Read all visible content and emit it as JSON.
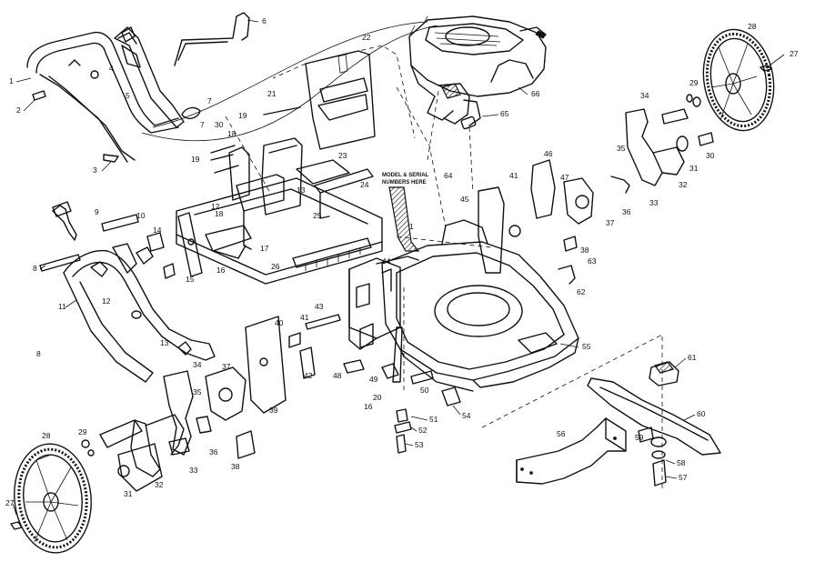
{
  "diagram": {
    "note_line1": "MODEL & SERIAL",
    "note_line2": "NUMBERS HERE",
    "callouts": [
      "1",
      "2",
      "3",
      "4",
      "5",
      "6",
      "7",
      "8",
      "9",
      "10",
      "11",
      "12",
      "13",
      "14",
      "15",
      "16",
      "17",
      "18",
      "19",
      "20",
      "21",
      "22",
      "23",
      "24",
      "25",
      "26",
      "27",
      "28",
      "29",
      "30",
      "31",
      "32",
      "33",
      "34",
      "35",
      "36",
      "37",
      "38",
      "39",
      "40",
      "41",
      "42",
      "43",
      "44",
      "45",
      "46",
      "47",
      "48",
      "49",
      "50",
      "51",
      "52",
      "53",
      "54",
      "55",
      "56",
      "57",
      "58",
      "59",
      "60",
      "61",
      "62",
      "63",
      "64",
      "65",
      "66",
      "34",
      "35",
      "36",
      "37",
      "38",
      "29",
      "28",
      "27",
      "31",
      "32",
      "33",
      "41",
      "7",
      "8",
      "1",
      "12",
      "13",
      "16",
      "18",
      "19",
      "30"
    ]
  }
}
